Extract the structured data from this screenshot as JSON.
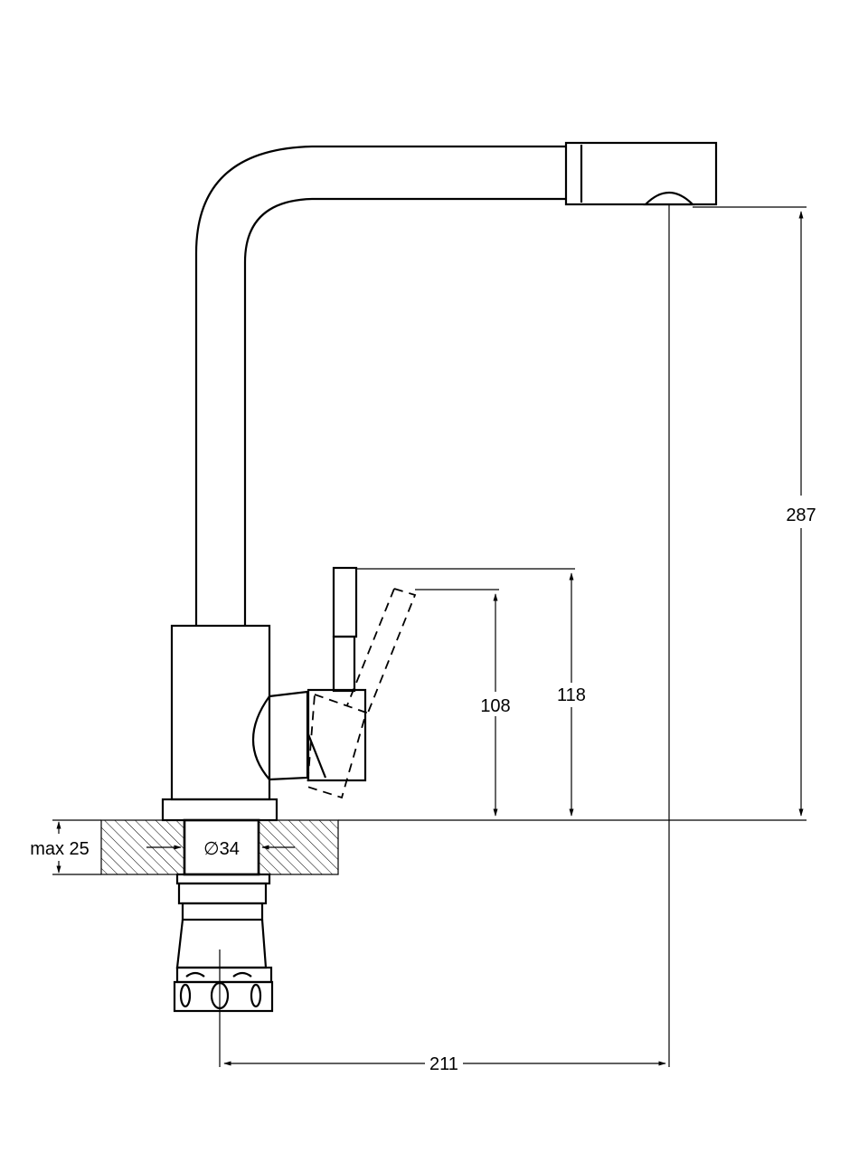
{
  "dimensions": {
    "spout_height": "287",
    "lever_height_max": "118",
    "lever_height_alt": "108",
    "mount_hole_diameter": "∅34",
    "max_counter_thickness": "max 25",
    "spout_reach": "211"
  },
  "colors": {
    "stroke": "#000000",
    "background": "#ffffff"
  }
}
